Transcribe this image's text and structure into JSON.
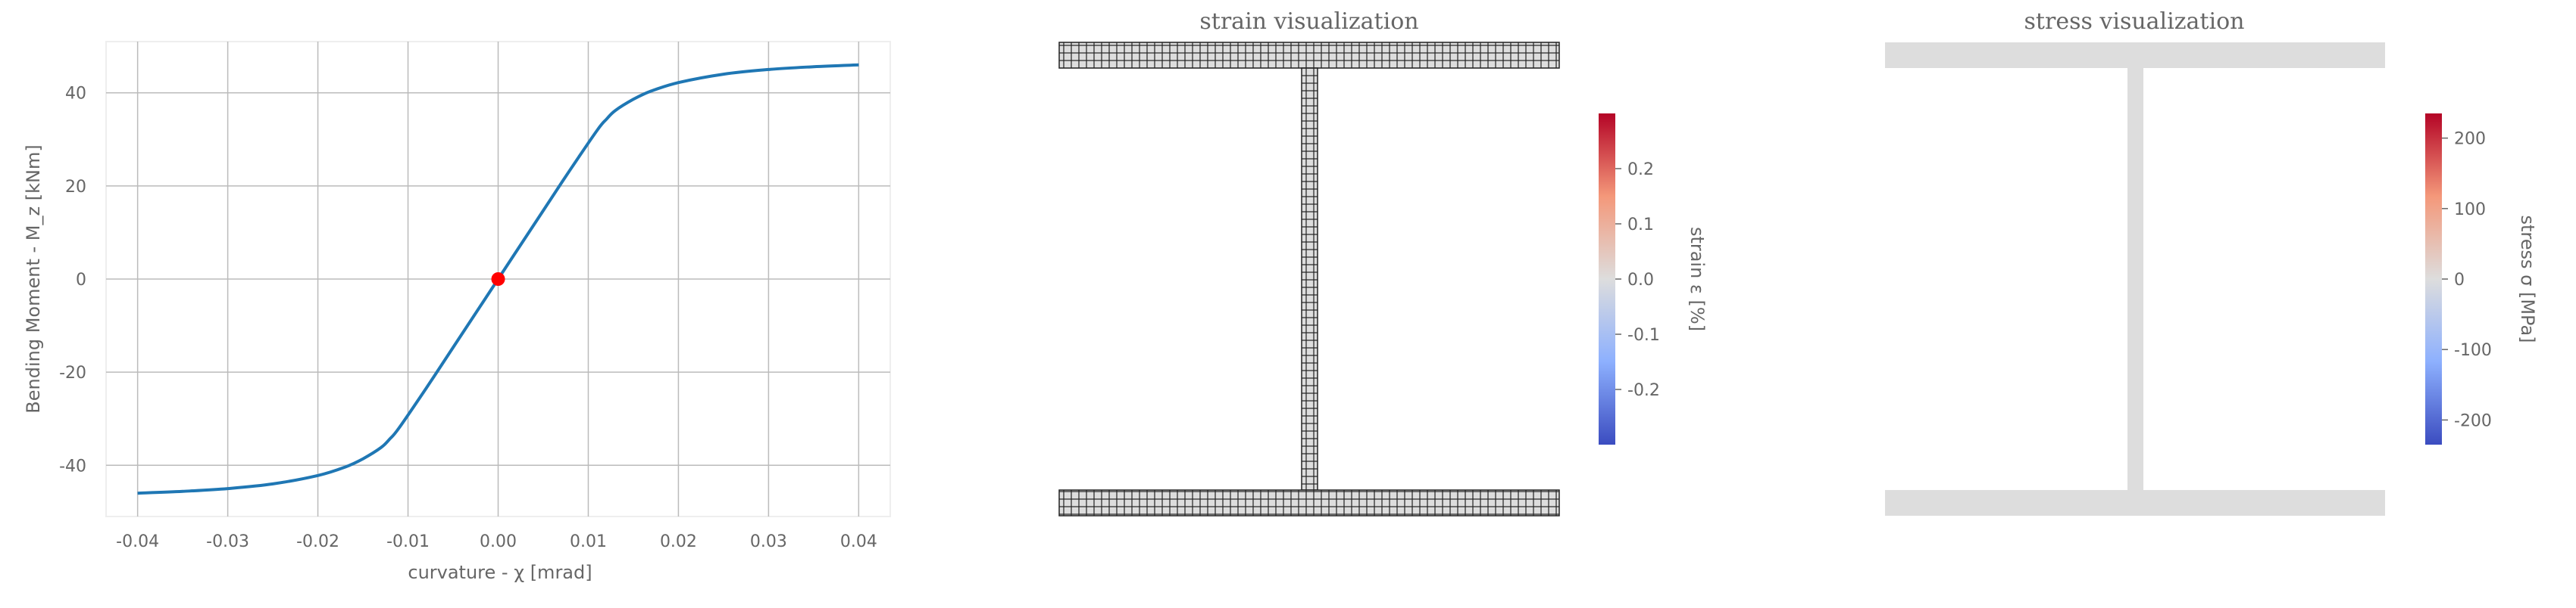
{
  "chart_data": [
    {
      "type": "line",
      "title": "",
      "xlabel": "curvature - χ [mrad]",
      "ylabel": "Bending Moment - M_z [kNm]",
      "xlim": [
        -0.0435,
        0.0435
      ],
      "ylim": [
        -51,
        51
      ],
      "xticks": [
        -0.04,
        -0.03,
        -0.02,
        -0.01,
        0.0,
        0.01,
        0.02,
        0.03,
        0.04
      ],
      "xtick_labels": [
        "-0.04",
        "-0.03",
        "-0.02",
        "-0.01",
        "0.00",
        "0.01",
        "0.02",
        "0.03",
        "0.04"
      ],
      "yticks": [
        -40,
        -20,
        0,
        20,
        40
      ],
      "ytick_labels": [
        "-40",
        "-20",
        "0",
        "20",
        "40"
      ],
      "grid": true,
      "series": [
        {
          "color": "#1f77b4",
          "x": [
            -0.04,
            -0.035,
            -0.03,
            -0.025,
            -0.02,
            -0.017,
            -0.015,
            -0.013,
            -0.012,
            -0.011,
            -0.008,
            -0.005,
            0.0,
            0.005,
            0.008,
            0.011,
            0.012,
            0.013,
            0.015,
            0.017,
            0.02,
            0.025,
            0.03,
            0.035,
            0.04
          ],
          "y": [
            -46.0,
            -45.6,
            -45.0,
            -44.0,
            -42.2,
            -40.4,
            -38.6,
            -36.2,
            -34.3,
            -32.0,
            -23.5,
            -14.7,
            0.0,
            14.7,
            23.5,
            32.0,
            34.3,
            36.2,
            38.6,
            40.4,
            42.2,
            44.0,
            45.0,
            45.6,
            46.0
          ]
        }
      ],
      "current_point": {
        "x": 0.0,
        "y": 0.0,
        "color": "#ff0000"
      }
    },
    {
      "type": "heatmap",
      "title": "strain visualization",
      "colorbar_label": "strain ε [%]",
      "colorbar_ticks": [
        -0.2,
        -0.1,
        0.0,
        0.1,
        0.2
      ],
      "colorbar_tick_labels": [
        "-0.2",
        "-0.1",
        "0.0",
        "0.1",
        "0.2"
      ],
      "colorbar_range": [
        -0.3,
        0.3
      ],
      "colormap": "coolwarm",
      "field_color": "#dddddd",
      "mesh": true
    },
    {
      "type": "heatmap",
      "title": "stress visualization",
      "colorbar_label": "stress σ [MPa]",
      "colorbar_ticks": [
        -200,
        -100,
        0,
        100,
        200
      ],
      "colorbar_tick_labels": [
        "-200",
        "-100",
        "0",
        "100",
        "200"
      ],
      "colorbar_range": [
        -235,
        235
      ],
      "colormap": "coolwarm",
      "field_color": "#dddddd",
      "mesh": false
    }
  ]
}
